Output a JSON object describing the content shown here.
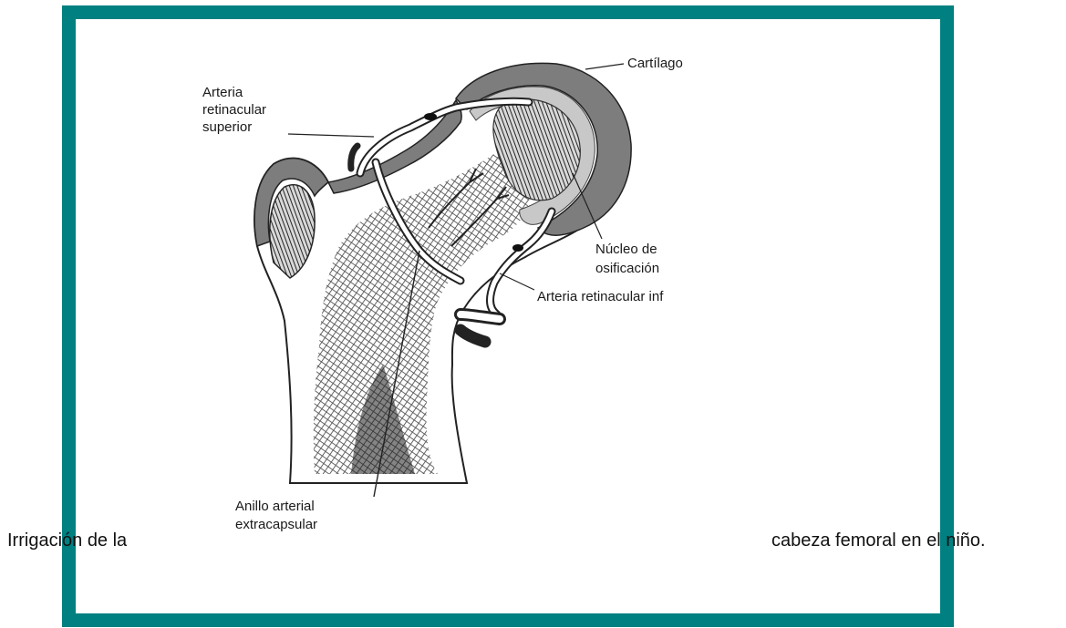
{
  "caption": {
    "left": "Irrigación de la",
    "right": "cabeza femoral en el niño."
  },
  "labels": {
    "cartilago": "Cartílago",
    "arteria_sup_1": "Arteria",
    "arteria_sup_2": "retinacular",
    "arteria_sup_3": "superior",
    "nucleo_1": "Núcleo de",
    "nucleo_2": "osificación",
    "arteria_inf": "Arteria retinacular inf",
    "anillo_1": "Anillo arterial",
    "anillo_2": "extracapsular"
  },
  "colors": {
    "frame": "#008080",
    "cartilage": "#7d7d7d",
    "ink": "#1a1a1a"
  }
}
